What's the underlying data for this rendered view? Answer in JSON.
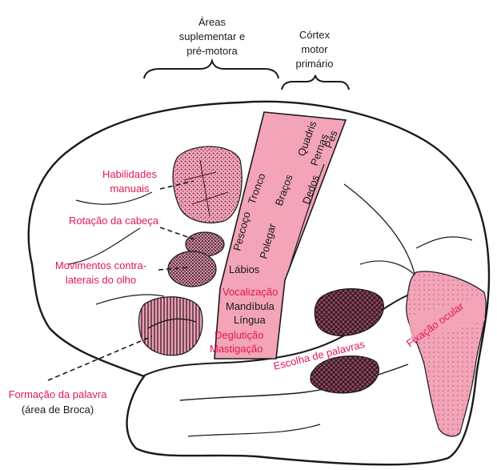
{
  "colors": {
    "accent_red": "#e3174f",
    "pink_region": "#f3a4b8",
    "dark_region": "#8a4a60",
    "outline": "#1a1a1a"
  },
  "header": {
    "supplementary_line1": "Áreas",
    "supplementary_line2": "suplementar e",
    "supplementary_line3": "pré-motora",
    "motor_line1": "Córtex",
    "motor_line2": "motor",
    "motor_line3": "primário"
  },
  "left_labels": {
    "manual_line1": "Habilidades",
    "manual_line2": "manuais",
    "head_rotation": "Rotação da cabeça",
    "eye_line1": "Movimentos contra-",
    "eye_line2": "laterais do olho",
    "broca_line1": "Formação da palavra",
    "broca_line2": "(área de Broca)"
  },
  "motor_strip": {
    "quadris": "Quadris",
    "pernas": "Pernas",
    "pes": "Pés",
    "tronco": "Tronco",
    "bracos": "Braços",
    "dedos": "Dedos",
    "pescoco": "Pescoço",
    "polegar": "Polegar",
    "labios": "Lábios",
    "vocalizacao": "Vocalização",
    "mandibula": "Mandíbula",
    "lingua": "Língua",
    "degluticao": "Deglutição",
    "mastigacao": "Mastigação"
  },
  "right_labels": {
    "word_choice": "Escolha de palavras",
    "eye_fixation": "Fixação ocular"
  }
}
